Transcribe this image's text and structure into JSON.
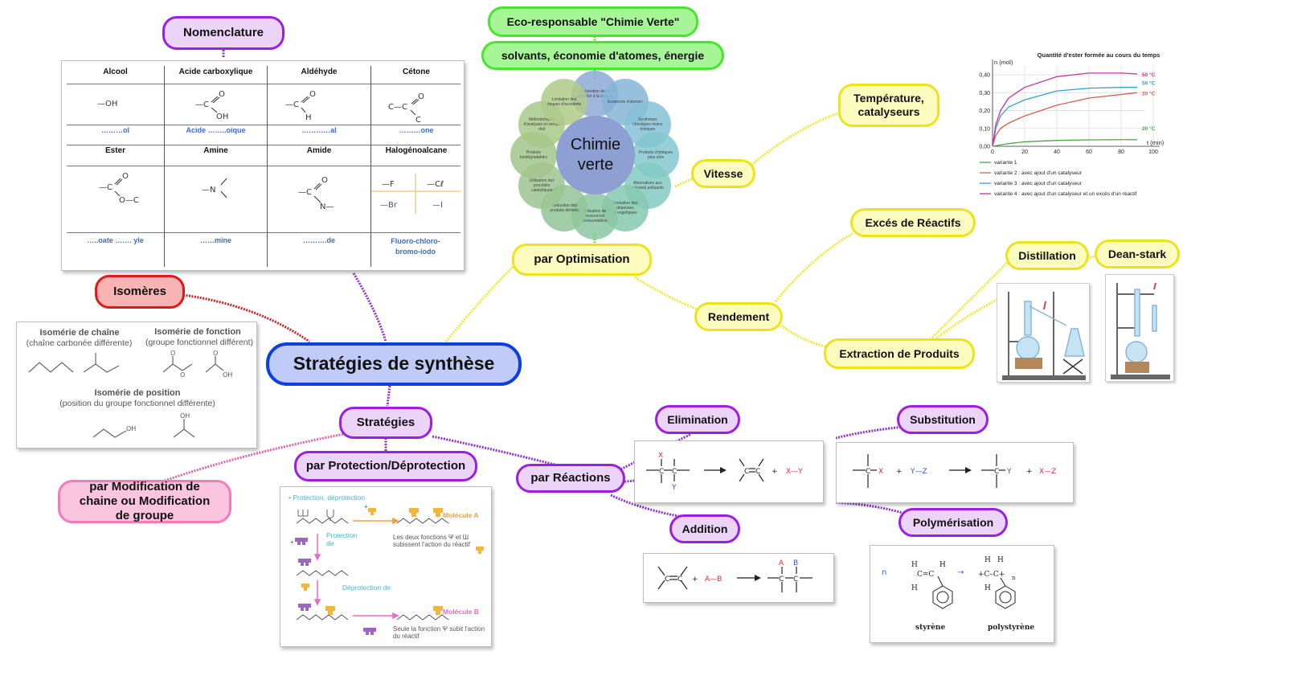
{
  "central": {
    "label": "Stratégies de synthèse"
  },
  "nodes": {
    "nomenclature": "Nomenclature",
    "isomeres": "Isomères",
    "strategies": "Stratégies",
    "protection": "par Protection/Déprotection",
    "modification": "par Modification de chaine ou Modification de groupe",
    "reactions": "par  Réactions",
    "elimination": "Elimination",
    "substitution": "Substitution",
    "addition": "Addition",
    "polymerisation": "Polymérisation",
    "optimisation": "par Optimisation",
    "eco": "Eco-responsable \"Chimie Verte\"",
    "solvants": "solvants, économie d'atomes, énergie",
    "vitesse": "Vitesse",
    "temperature": "Température, catalyseurs",
    "rendement": "Rendement",
    "exces": "Excés de Réactifs",
    "extraction": "Extraction de Produits",
    "distillation": "Distillation",
    "deanstark": "Dean-stark"
  },
  "nomenclature_table": {
    "rows": [
      {
        "headers": [
          "Alcool",
          "Acide carboxylique",
          "Aldéhyde",
          "Cétone"
        ],
        "formulas": [
          "—OH",
          "—C(=O)OH",
          "—C(=O)H",
          "C—C(=O)—C"
        ],
        "suffixes": [
          "………ol",
          "Acide  ……..oique",
          "…………al",
          "………one"
        ]
      },
      {
        "headers": [
          "Ester",
          "Amine",
          "Amide",
          "Halogénoalcane"
        ],
        "formulas": [
          "—C(=O)—O—C",
          "—N<",
          "—C(=O)N—",
          "—F  —Cℓ  —Br  —I"
        ],
        "suffixes": [
          "…..oate  ……. yle",
          "……mine",
          "……….de",
          "Fluoro-chloro-bromo-iodo"
        ]
      }
    ],
    "halogens": [
      "—F",
      "—Cℓ",
      "—Br",
      "—I"
    ]
  },
  "isomerie": {
    "chaine_title": "Isomérie de chaîne",
    "chaine_sub": "(chaîne carbonée différente)",
    "fonction_title": "Isomérie de fonction",
    "fonction_sub": "(groupe fonctionnel différent)",
    "position_title": "Isomérie de position",
    "position_sub": "(position du groupe fonctionnel différente)",
    "labels": {
      "o": "O",
      "oh": "OH"
    }
  },
  "chimie_verte": {
    "center": "Chimie verte",
    "petals": [
      "Prévention de la pollution à la source",
      "Economie d'atomes",
      "Synthèses chimiques moins toxiques",
      "Produits chimiques plus sûrs",
      "Alternatives aux solvants polluants",
      "Limitation des dépenses énergétiques",
      "Utilisation de ressources renouvelables",
      "Réduction des produits dérivés",
      "Utilisation des procédés catalytiques",
      "Produits biodégradables",
      "Méthodologies d'analyses en temps réel",
      "Limitation des risques d'accidents"
    ]
  },
  "protection_panel": {
    "title": "• Protection, déprotection",
    "protection_label": "Protection de",
    "deprotection_label": "Déprotection de",
    "molecule_a": "Molécule A",
    "molecule_b": "Molécule B",
    "note_a": "Les deux fonctions Ψ et Ш subissent l'action du réactif",
    "note_b": "Seule la fonction Ψ subit l'action du réactif",
    "plus": "+",
    "minus": "–"
  },
  "reactions_panels": {
    "elimination": {
      "x": "X",
      "y": "Y",
      "product": "X—Y"
    },
    "substitution": {
      "x": "X",
      "yz": "Y—Z",
      "y": "Y",
      "xz": "X—Z"
    },
    "addition": {
      "ab": "A—B",
      "a": "A",
      "b": "B"
    },
    "polymerisation": {
      "n": "n",
      "monomer": "styrène",
      "polymer": "polystyrène",
      "arrow": "→"
    }
  },
  "chart_data": {
    "type": "line",
    "title": "Quantité d'ester formée au cours du temps",
    "xlabel": "t (min)",
    "ylabel": "n (mol)",
    "xlim": [
      0,
      100
    ],
    "ylim": [
      0,
      0.45
    ],
    "xticks": [
      0,
      20,
      40,
      60,
      80,
      100
    ],
    "yticks": [
      0.0,
      0.1,
      0.2,
      0.3,
      0.4
    ],
    "ytick_labels": [
      "0,00",
      "0,10",
      "0,20",
      "0,30",
      "0,40"
    ],
    "grid": true,
    "series": [
      {
        "name": "variante 1",
        "legend": "variante 1",
        "temp": "20 °C",
        "color": "#4aa84a",
        "x": [
          0,
          10,
          20,
          40,
          60,
          80,
          90
        ],
        "y": [
          0,
          0.015,
          0.025,
          0.033,
          0.036,
          0.037,
          0.037
        ]
      },
      {
        "name": "variante 2",
        "legend": "variante 2 : avec ajout d'un catalyseur",
        "temp": "20 °C",
        "color": "#d9604a",
        "x": [
          0,
          2,
          5,
          10,
          20,
          40,
          60,
          80,
          90
        ],
        "y": [
          0,
          0.06,
          0.1,
          0.13,
          0.17,
          0.23,
          0.27,
          0.29,
          0.3
        ]
      },
      {
        "name": "variante 3",
        "legend": "variante 3 : avec ajout d'un catalyseur",
        "temp": "50 °C",
        "color": "#2fa3d0",
        "x": [
          0,
          2,
          5,
          10,
          20,
          40,
          60,
          80,
          90
        ],
        "y": [
          0,
          0.1,
          0.17,
          0.22,
          0.26,
          0.31,
          0.325,
          0.33,
          0.33
        ]
      },
      {
        "name": "variante 4",
        "legend": "variante 4 : avec ajout d'un catalyseur et un excès d'un réactif",
        "temp": "50 °C",
        "color": "#d02ea0",
        "x": [
          0,
          2,
          5,
          10,
          20,
          40,
          60,
          80,
          90
        ],
        "y": [
          0,
          0.12,
          0.2,
          0.27,
          0.33,
          0.39,
          0.41,
          0.41,
          0.405
        ]
      }
    ]
  }
}
